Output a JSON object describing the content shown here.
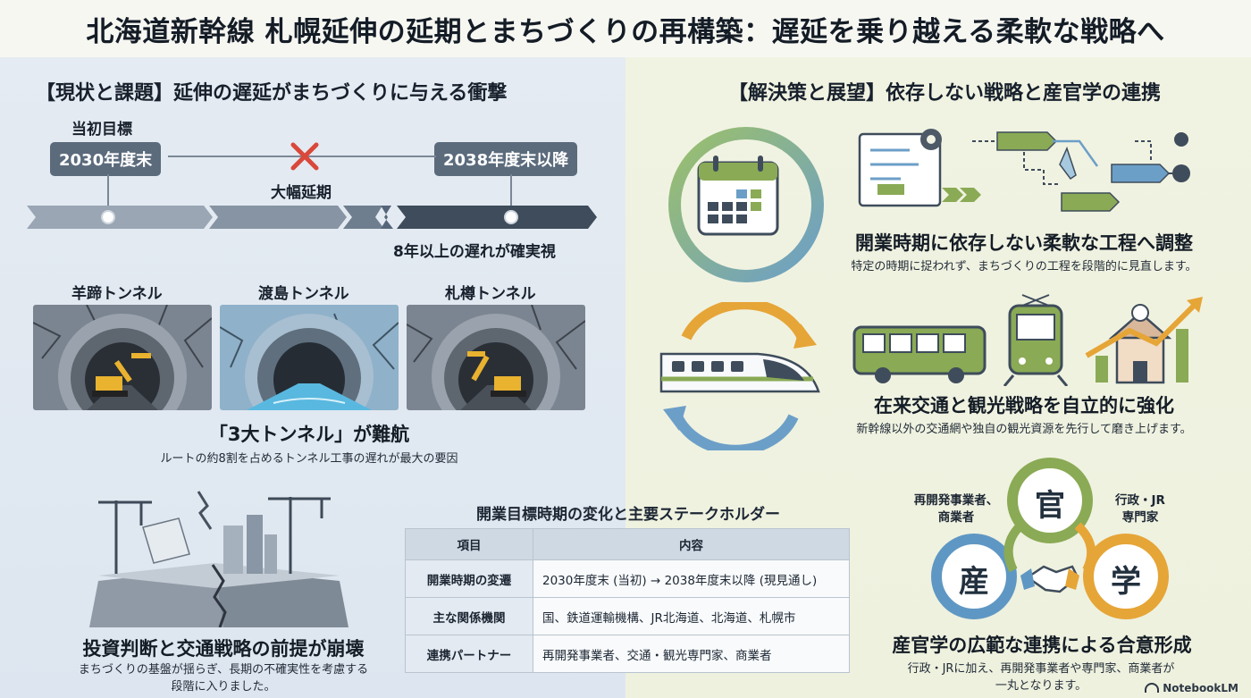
{
  "title": "北海道新幹線 札幌延伸の延期とまちづくりの再構築：遅延を乗り越える柔軟な戦略へ",
  "left": {
    "heading": "【現状と課題】延伸の遅延がまちづくりに与える衝撃",
    "timeline": {
      "initial_label": "当初目標",
      "initial_date": "2030年度末",
      "delay_label": "大幅延期",
      "new_date": "2038年度末以降",
      "delay_note": "8年以上の遅れが確実視"
    },
    "tunnels": [
      {
        "name": "羊蹄トンネル"
      },
      {
        "name": "渡島トンネル"
      },
      {
        "name": "札樽トンネル"
      }
    ],
    "tunnel_headline": "「3大トンネル」が難航",
    "tunnel_sub": "ルートの約8割を占めるトンネル工事の遅れが最大の要因",
    "collapse_headline": "投資判断と交通戦略の前提が崩壊",
    "collapse_sub_1": "まちづくりの基盤が揺らぎ、長期の不確実性を考慮する",
    "collapse_sub_2": "段階に入りました。"
  },
  "table": {
    "title": "開業目標時期の変化と主要ステークホルダー",
    "col_item": "項目",
    "col_content": "内容",
    "rows": [
      {
        "key": "開業時期の変遷",
        "value": "2030年度末 (当初) → 2038年度末以降 (現見通し)"
      },
      {
        "key": "主な関係機関",
        "value": "国、鉄道運輸機構、JR北海道、北海道、札幌市"
      },
      {
        "key": "連携パートナー",
        "value": "再開発事業者、交通・観光専門家、商業者"
      }
    ]
  },
  "right": {
    "heading": "【解決策と展望】依存しない戦略と産官学の連携",
    "block1_headline": "開業時期に依存しない柔軟な工程へ調整",
    "block1_sub": "特定の時期に捉われず、まちづくりの工程を段階的に見直します。",
    "block2_headline": "在来交通と観光戦略を自立的に強化",
    "block2_sub": "新幹線以外の交通網や独自の観光資源を先行して磨き上げます。",
    "collab": {
      "top": "官",
      "left": "産",
      "right": "学",
      "top_left_label_1": "再開発事業者、",
      "top_left_label_2": "商業者",
      "top_right_label_1": "行政・JR",
      "top_right_label_2": "専門家"
    },
    "block3_headline": "産官学の広範な連携による合意形成",
    "block3_sub_1": "行政・JRに加え、再開発事業者や専門家、商業者が",
    "block3_sub_2": "一丸となります。"
  },
  "logo": "NotebookLM",
  "colors": {
    "slate": "#5b6b7c",
    "navy": "#3e4c5b",
    "green": "#8aaa55",
    "red_cross": "#d9483a",
    "orange": "#e6a537",
    "blue_ring": "#5f97c4"
  }
}
